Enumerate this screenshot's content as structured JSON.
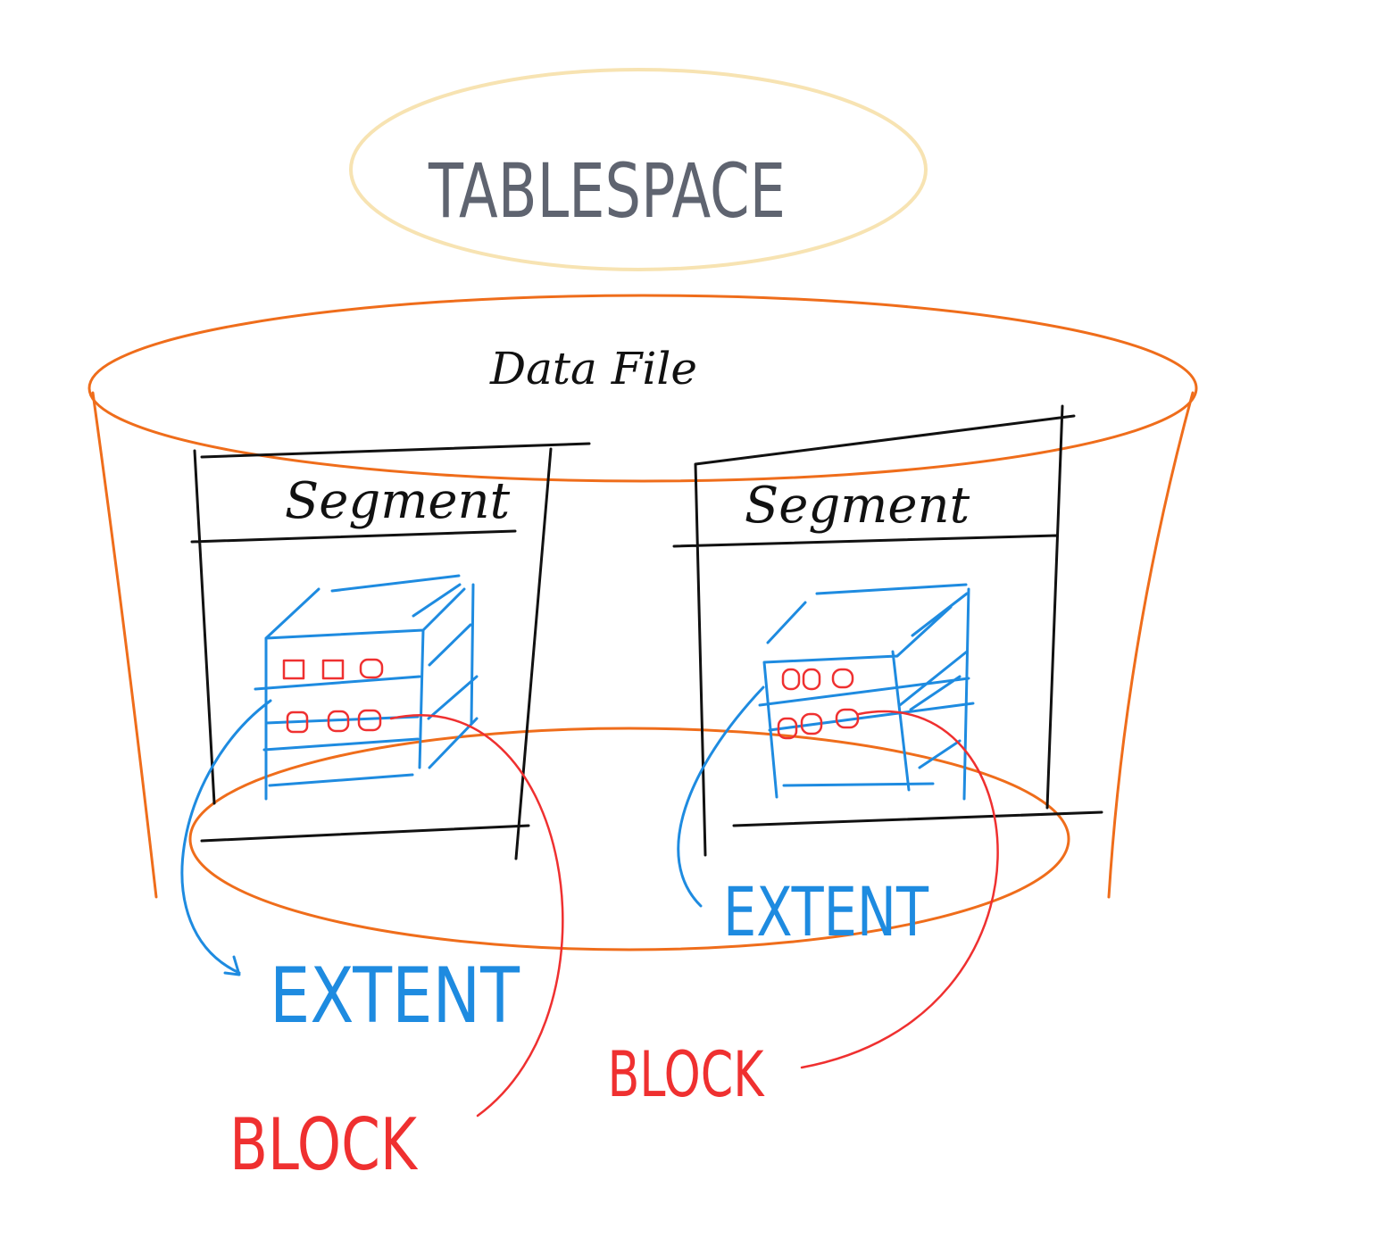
{
  "title": "TABLESPACE",
  "datafile": {
    "label": "Data File"
  },
  "segments": [
    {
      "label": "Segment",
      "extent_label": "EXTENT",
      "block_label": "BLOCK"
    },
    {
      "label": "Segment",
      "extent_label": "EXTENT",
      "block_label": "BLOCK"
    }
  ],
  "colors": {
    "title_text": "#5f6470",
    "title_ellipse": "#f7e3b2",
    "datafile": "#ef6d1b",
    "segment": "#111111",
    "extent": "#1e8be0",
    "block": "#ef3030"
  }
}
